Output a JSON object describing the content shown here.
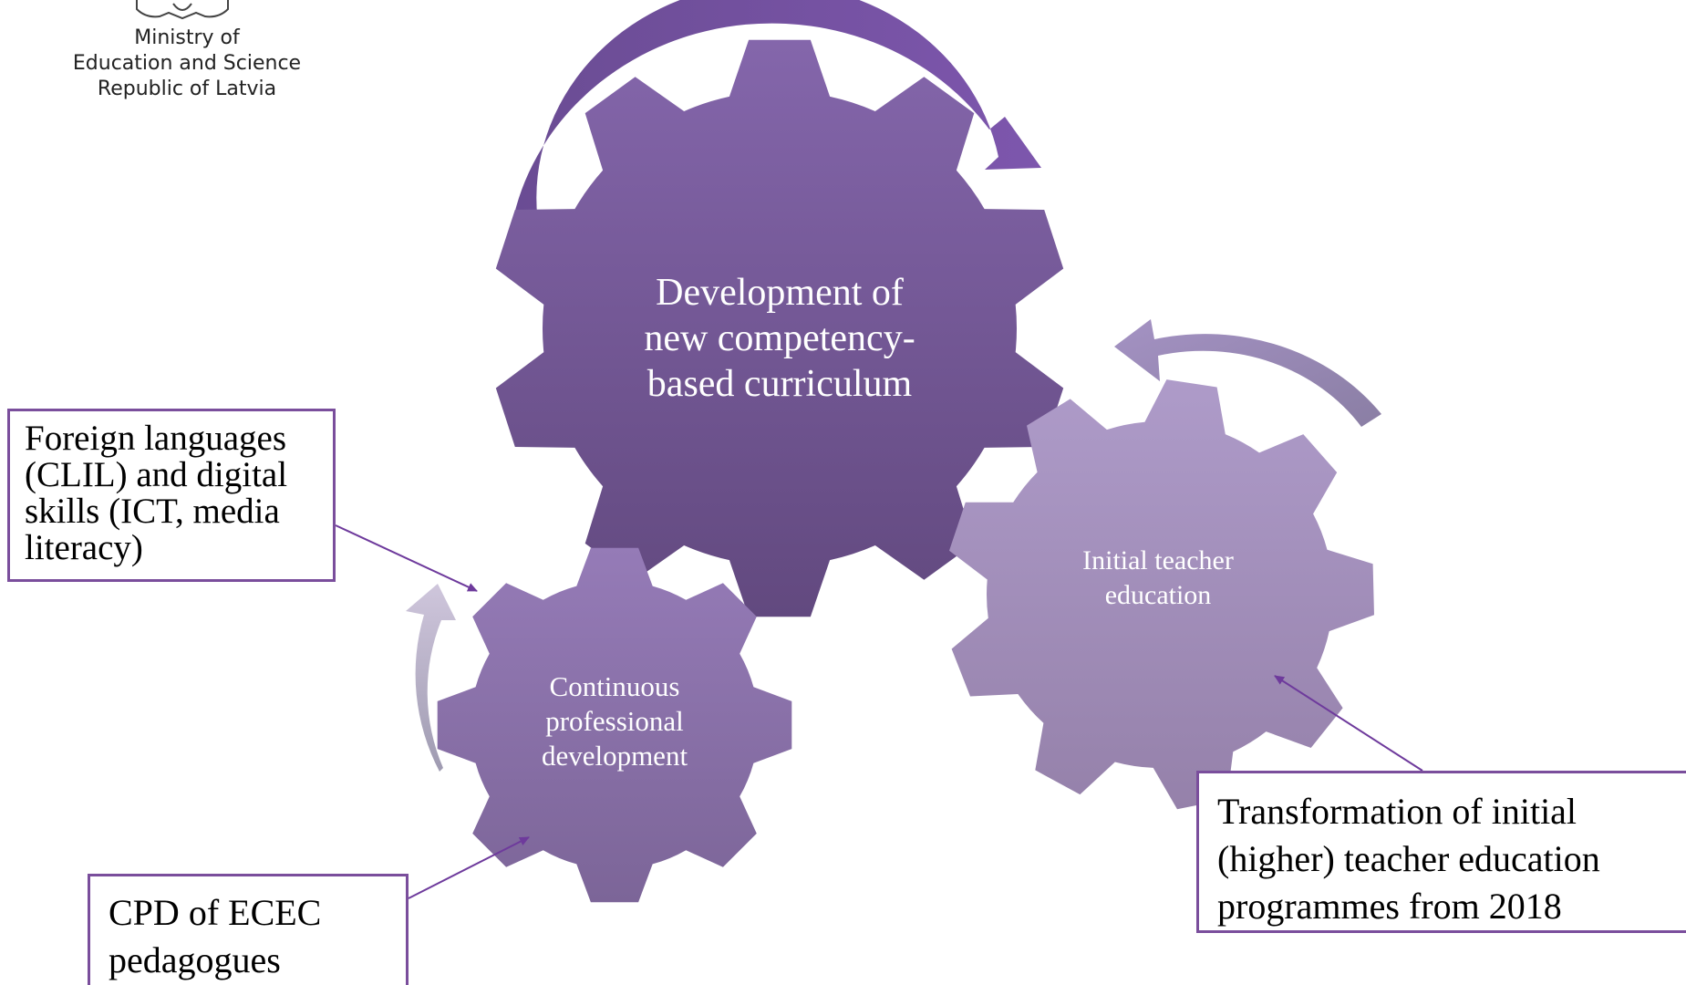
{
  "logo": {
    "lines": [
      "Ministry of",
      "Education and Science",
      "Republic of Latvia"
    ]
  },
  "gears": {
    "curriculum": [
      "Development of",
      "new competency-",
      "based curriculum"
    ],
    "initial": [
      "Initial teacher",
      "education"
    ],
    "cpd": [
      "Continuous",
      "professional",
      "development"
    ]
  },
  "callouts": {
    "foreign": [
      "Foreign languages",
      "(CLIL) and digital",
      "skills (ICT, media",
      "literacy)"
    ],
    "transformation": [
      "Transformation of initial",
      "(higher) teacher education",
      "programmes from 2018"
    ],
    "ecec": [
      "CPD of ECEC",
      "pedagogues"
    ]
  },
  "colors": {
    "gear_large_top": "#8466ab",
    "gear_large_bottom": "#62497f",
    "gear_right_top": "#ae9bc9",
    "gear_right_bottom": "#9581aa",
    "gear_small_top": "#957bb7",
    "gear_small_bottom": "#7c6598",
    "callout_border": "#7a4e9c"
  }
}
